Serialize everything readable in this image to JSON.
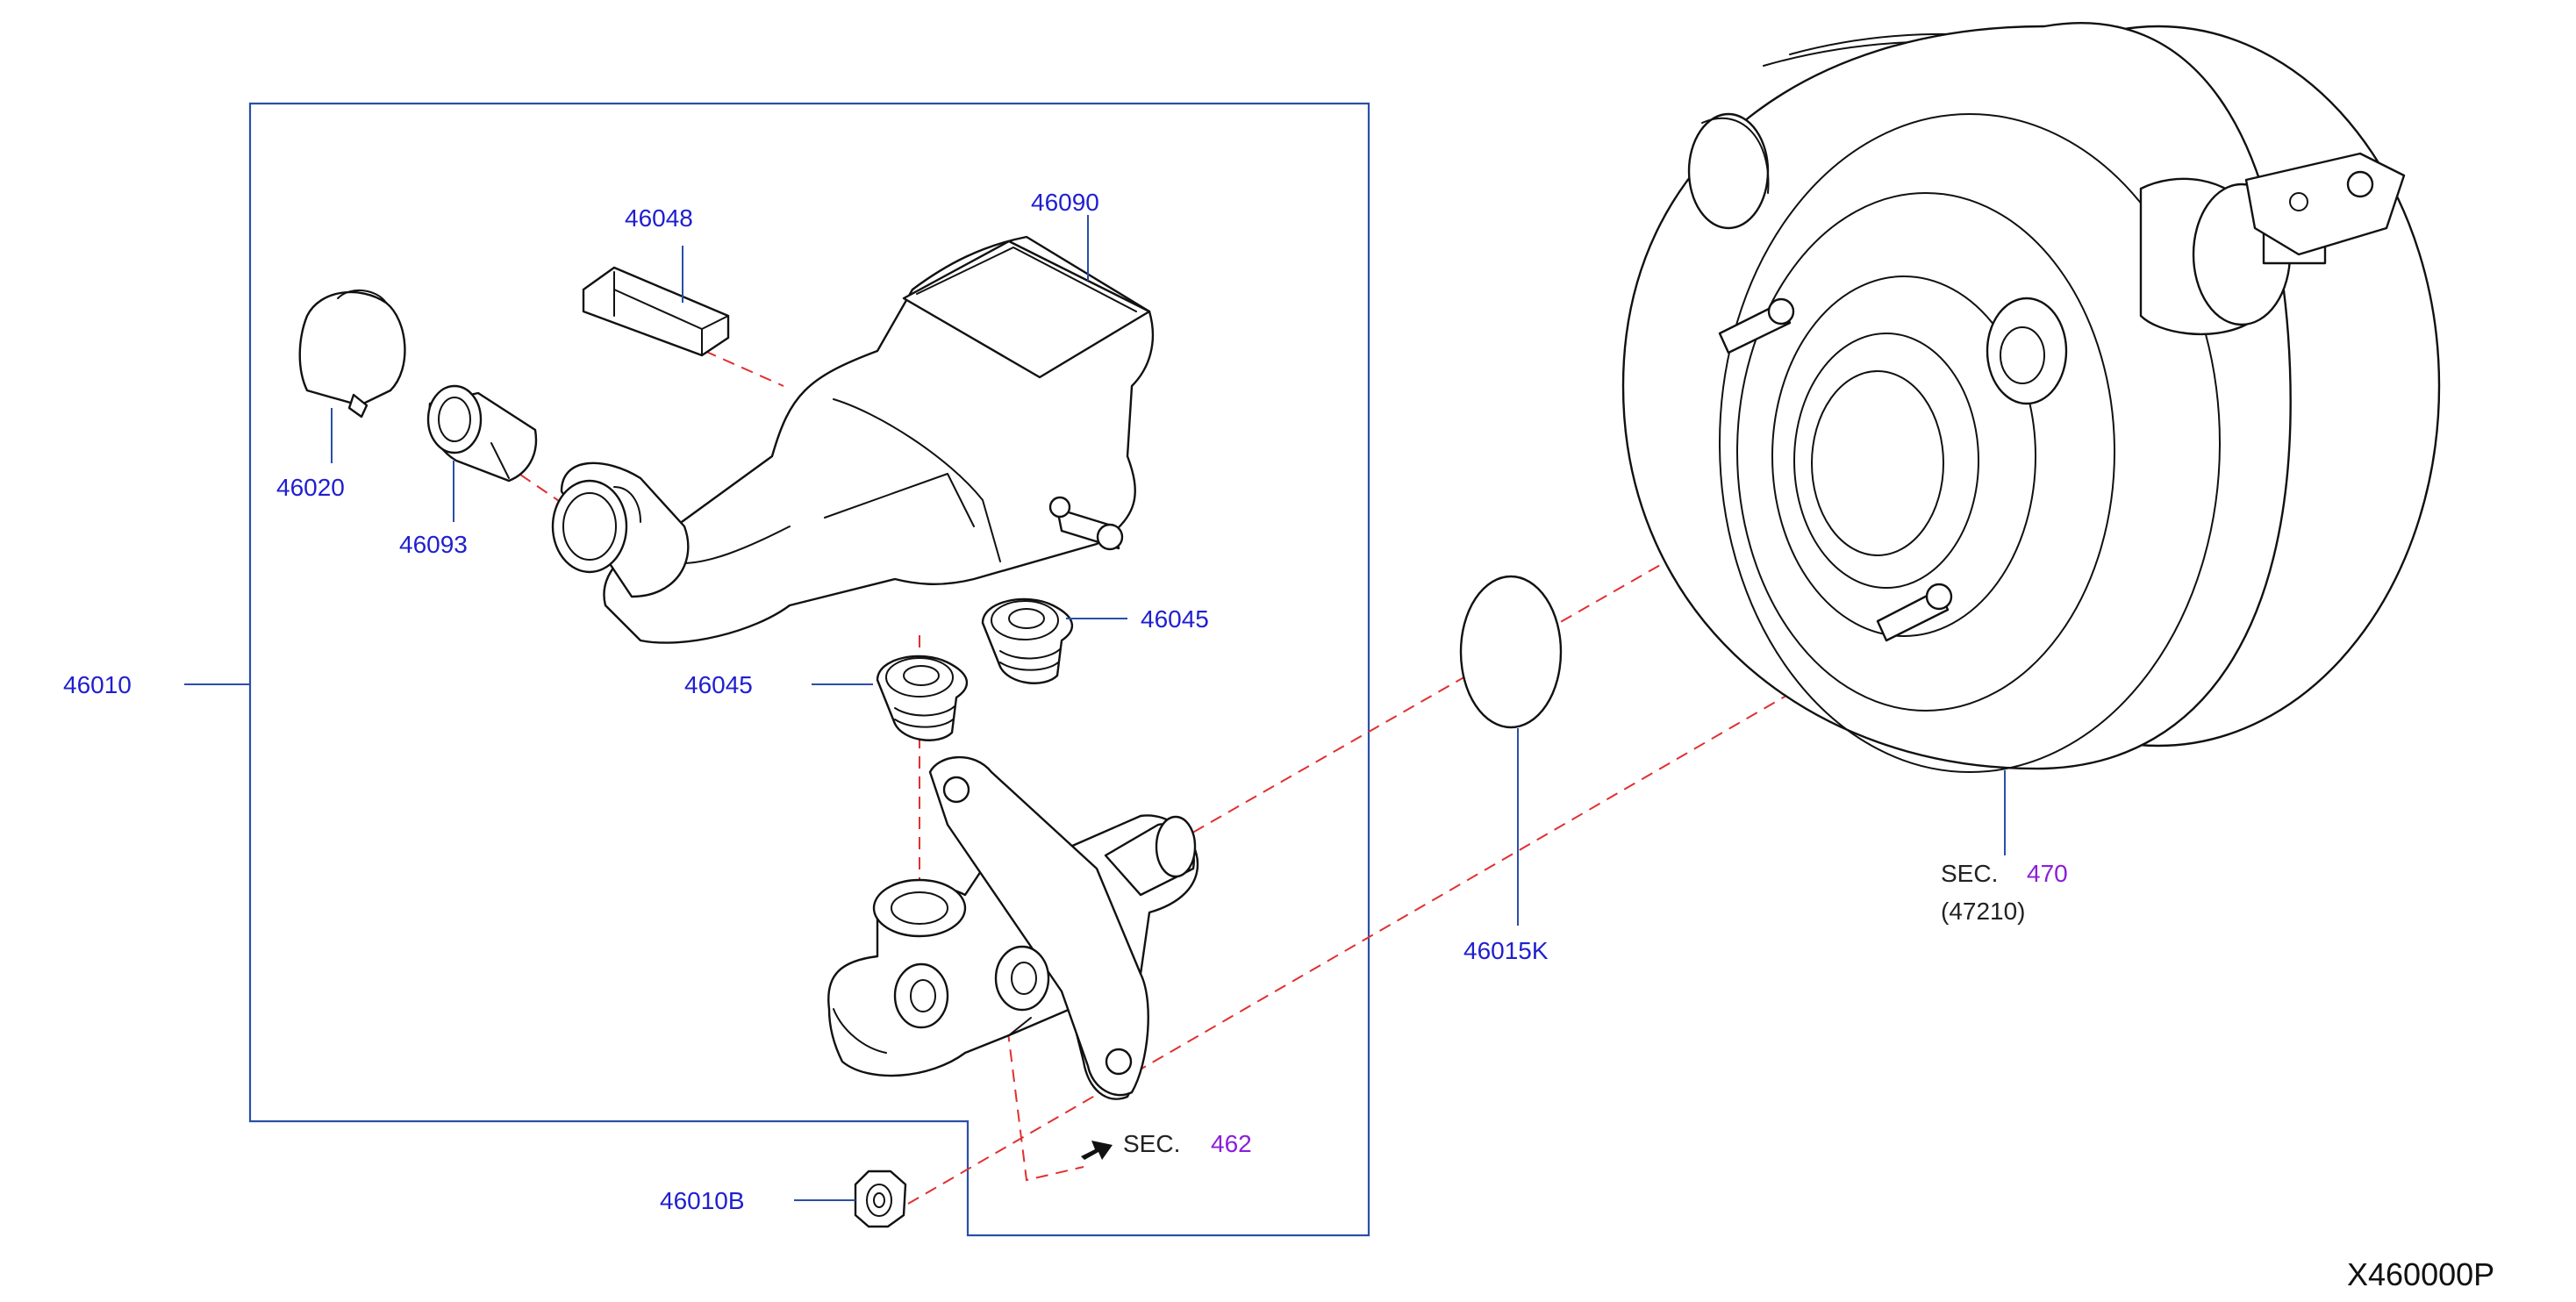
{
  "diagram": {
    "part_numbers": {
      "cap": "46020",
      "strainer": "46093",
      "sensor": "46048",
      "reservoir": "46090",
      "grommet_right": "46045",
      "grommet_left": "46045",
      "master_cylinder_assembly": "46010",
      "gasket": "46015K",
      "nut": "46010B"
    },
    "booster_section": {
      "prefix": "SEC.",
      "number": "470",
      "sub": "(47210)"
    },
    "brake_tube_section": {
      "prefix": "SEC.",
      "number": "462"
    },
    "drawing_code": "X460000P",
    "colors": {
      "part_number_text": "#1f1fd0",
      "section_number_text": "#8a1fd8",
      "leader_lines": "#2a4fa8",
      "assembly_dashes": "#e03030"
    }
  }
}
